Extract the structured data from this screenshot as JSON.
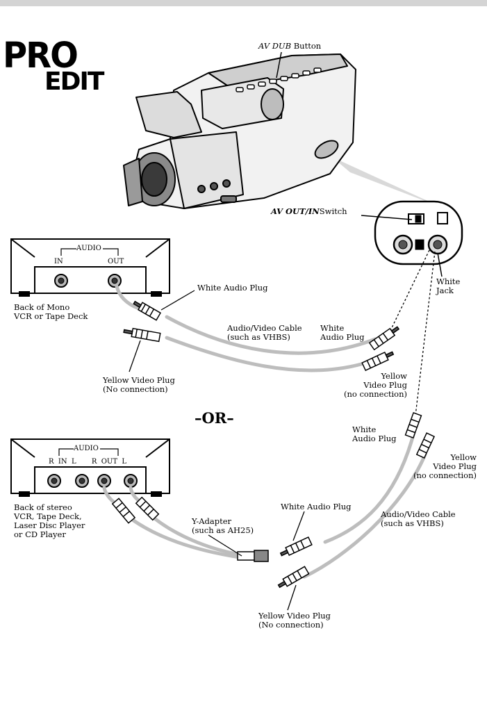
{
  "logo": {
    "line1": "PRO",
    "line2": "EDIT"
  },
  "camcorder": {
    "av_dub_italic": "AV DUB",
    "av_dub_rest": " Button",
    "av_switch_italic": "AV OUT/IN",
    "av_switch_rest": "Switch",
    "white_jack": [
      "White",
      "Jack"
    ]
  },
  "mono_setup": {
    "audio_label": "AUDIO",
    "in_label": "IN",
    "out_label": "OUT",
    "device_caption": [
      "Back of Mono",
      "VCR or Tape Deck"
    ],
    "white_audio_plug": "White Audio Plug",
    "cable_label": [
      "Audio/Video Cable",
      "(such as VHBS)"
    ],
    "white_audio_plug_right": [
      "White",
      "Audio Plug"
    ],
    "yellow_video_plug_left": [
      "Yellow Video Plug",
      "(No connection)"
    ],
    "yellow_video_plug_right": [
      "Yellow",
      "Video Plug",
      "(no connection)"
    ]
  },
  "separator": "–OR–",
  "stereo_setup": {
    "audio_label": "AUDIO",
    "jack_labels": "R  IN  L       R  OUT  L",
    "device_caption": [
      "Back of stereo",
      "VCR, Tape Deck,",
      "Laser Disc Player",
      "or CD Player"
    ],
    "white_audio_plug_top": [
      "White",
      "Audio Plug"
    ],
    "yellow_video_plug_top": [
      "Yellow",
      "Video Plug",
      "(no connection)"
    ],
    "y_adapter": [
      "Y-Adapter",
      "(such as AH25)"
    ],
    "white_audio_plug_mid": "White Audio Plug",
    "cable_label": [
      "Audio/Video Cable",
      "(such as VHBS)"
    ],
    "yellow_video_plug_bottom": [
      "Yellow Video Plug",
      "(No connection)"
    ]
  }
}
